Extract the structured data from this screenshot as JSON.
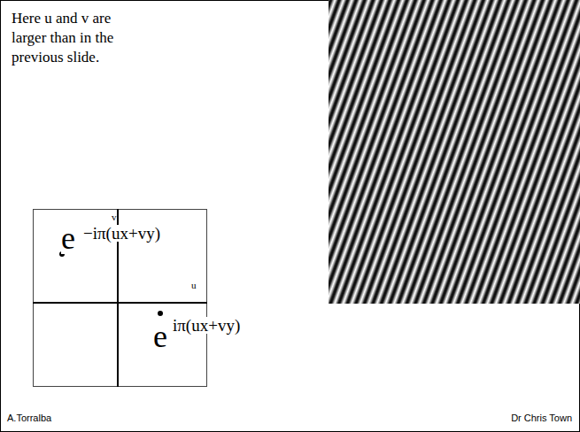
{
  "diagram": {
    "labels": [
      "Here u and v are larger than in the previous slide.",
      "v",
      "u",
      "e",
      "−iπ(ux+vy)",
      "e",
      "iπ(ux+vy)",
      "A.Torralba",
      "Dr Chris Town"
    ]
  }
}
